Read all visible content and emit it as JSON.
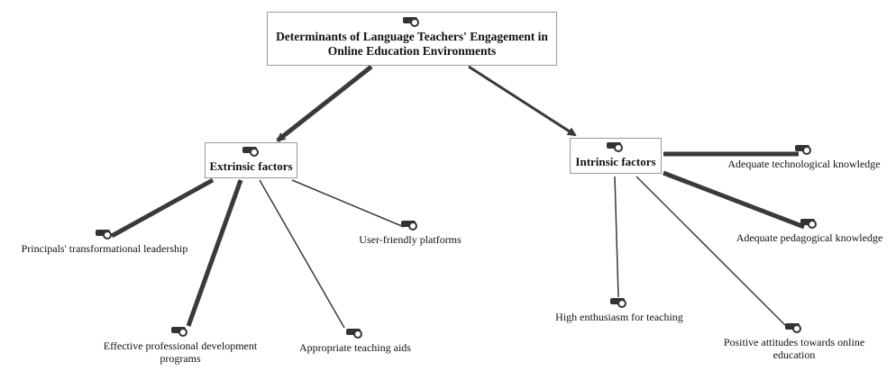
{
  "diagram": {
    "root": {
      "title_line1": "Determinants of Language Teachers' Engagement in",
      "title_line2": "Online Education Environments",
      "icon": "note-tag-icon"
    },
    "extrinsic": {
      "label": "Extrinsic factors",
      "items": [
        "Principals' transformational leadership",
        "Effective professional development",
        "programs",
        "Appropriate teaching aids",
        "User-friendly platforms"
      ]
    },
    "intrinsic": {
      "label": "Intrinsic factors",
      "items": [
        "Adequate technological knowledge",
        "Adequate pedagogical knowledge",
        "High enthusiasm for teaching",
        "Positive attitudes towards online",
        "education"
      ]
    },
    "colors": {
      "line": "#3a3a3a",
      "icon": "#333333",
      "box_border": "#9a9a9a"
    }
  }
}
